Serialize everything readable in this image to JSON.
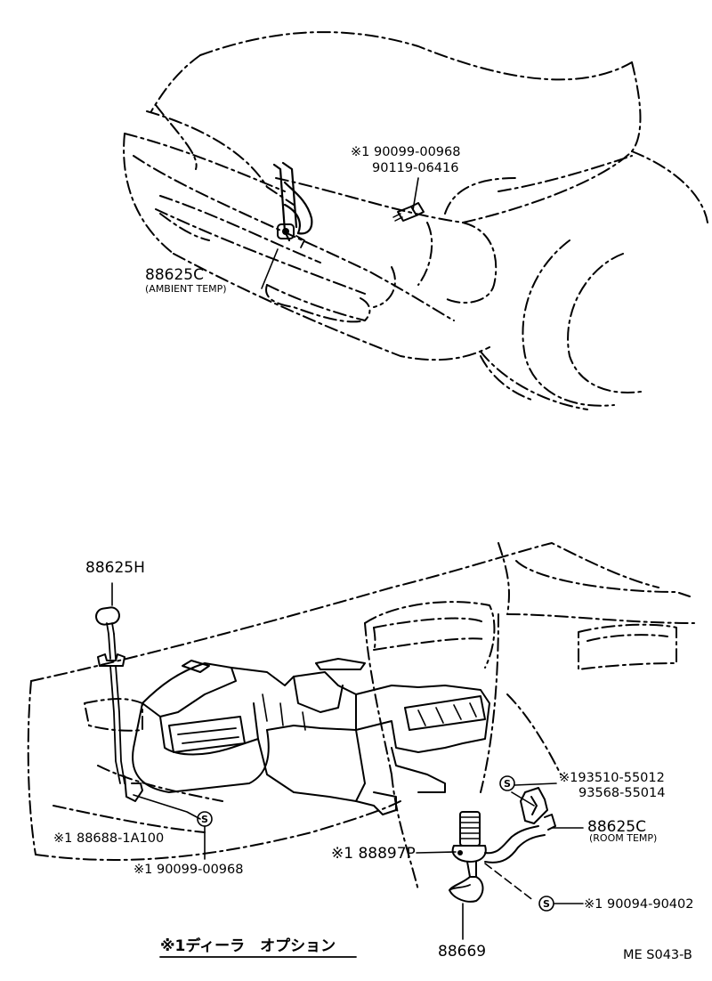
{
  "labels": {
    "part_bolt_ref": "※1 90099-00968",
    "part_bolt": "90119-06416",
    "ambient_sensor": "88625C",
    "ambient_sensor_note": "(AMBIENT TEMP)",
    "sensor_h": "88625H",
    "harness_clip": "※1 88688-1A100",
    "clamp_left": "※1 90099-00968",
    "aspirator_ref": "※1 88897P",
    "screw_ref": "※193510-55012",
    "screw": "93568-55014",
    "room_sensor": "88625C",
    "room_sensor_note": "(ROOM TEMP)",
    "clamp_right": "※1 90094-90402",
    "hose": "88669",
    "dealer_option": "※1ディーラ　オプション",
    "diagram_code": "ME S043-B"
  },
  "symbols": {
    "s_mark": "S"
  }
}
